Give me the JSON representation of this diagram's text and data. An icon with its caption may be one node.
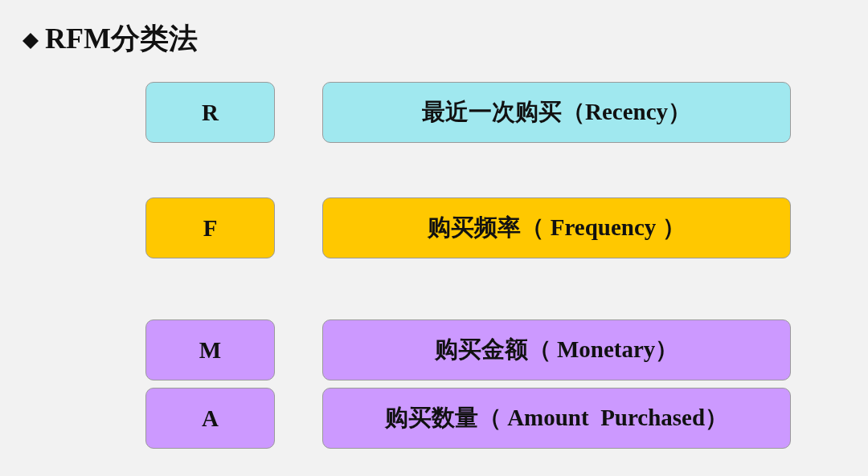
{
  "diagram": {
    "title": "RFM分类法",
    "nodes": [
      {
        "text": [
          "R"
        ]
      },
      {
        "text": [
          "最近一次购买（Recency）"
        ]
      },
      {
        "text": [
          "F"
        ]
      },
      {
        "text": [
          "购买频率（ Frequency ）"
        ]
      },
      {
        "text": [
          "M"
        ]
      },
      {
        "text": [
          "购买金额（ Monetary）"
        ]
      },
      {
        "text": [
          "A"
        ]
      },
      {
        "text": [
          "购买数量（ Amount  Purchased）"
        ]
      }
    ]
  }
}
